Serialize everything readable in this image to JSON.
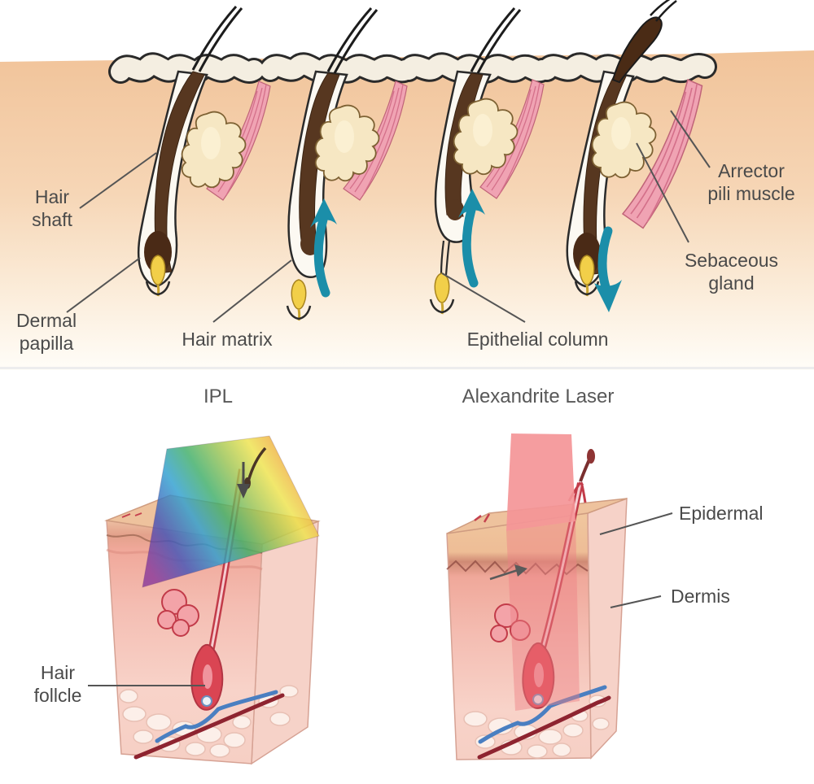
{
  "top_panel": {
    "description_of_icons": {
      "regrowth_arrow_up": "teal curved arrow pointing up (stages 2 and 3)",
      "shedding_arrow_down": "teal curved arrow pointing down (stage 4)"
    },
    "labels": {
      "hair_shaft": "Hair\nshaft",
      "dermal_papilla": "Dermal\npapilla",
      "hair_matrix": "Hair matrix",
      "epithelial_column": "Epithelial column",
      "arrector_pili_muscle": "Arrector\npili muscle",
      "sebaceous_gland": "Sebaceous\ngland"
    }
  },
  "bottom_panel": {
    "ipl_title": "IPL",
    "alexandrite_title": "Alexandrite Laser",
    "labels": {
      "hair_follicle": "Hair\nfollcle",
      "epidermal": "Epidermal",
      "dermis": "Dermis"
    }
  },
  "colors": {
    "skin_peach": "#f2c69e",
    "epidermis_cream": "#f4eee1",
    "hair_brown": "#573720",
    "papilla_yellow": "#f2cf49",
    "muscle_pink": "#f0a3b3",
    "gland_cream": "#f6e7c3",
    "arrow_teal": "#1b8ea9",
    "follicle_red": "#da4553",
    "vein_blue": "#4a7fc1",
    "artery_dark_red": "#8e2430",
    "laser_pink": "#f49597",
    "block_pink": "#f4bdb2",
    "label_gray": "#4a4a4a"
  }
}
